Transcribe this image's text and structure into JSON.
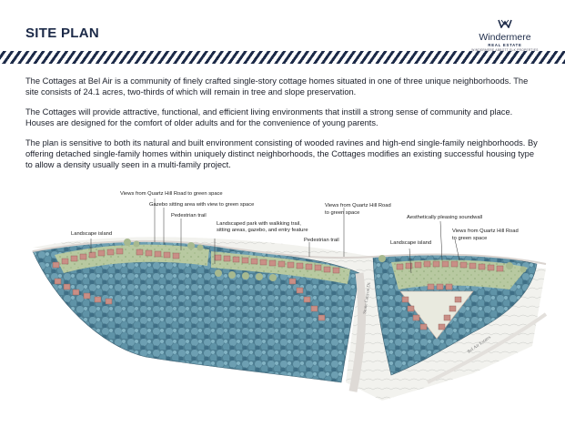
{
  "page": {
    "title": "SITE PLAN",
    "logo": {
      "name": "Windermere",
      "sub": "REAL ESTATE",
      "tagline": "WINDERMERE ABBOTT ELK PROPERTIES"
    }
  },
  "intro": {
    "paragraphs": [
      "The Cottages at Bel Air is a community of finely crafted single-story cottage homes situated in one of three unique neighborhoods. The site consists of 24.1 acres, two-thirds of which will remain in tree and slope preservation.",
      "The Cottages will provide attractive, functional, and efficient living environments that instill a strong sense of community and place. Houses are designed for the comfort of older adults and for the convenience of young parents.",
      "The plan is sensitive to both its natural and built environment consisting of wooded ravines and high-end single-family neighborhoods. By offering detached single-family homes within uniquely distinct neighborhoods, the Cottages modifies an existing successful housing type to allow a density usually seen in a multi-family project."
    ]
  },
  "plan": {
    "callouts": {
      "views_quartz_1": "Views from Quartz Hill Road to green space",
      "gazebo": "Gazebo sitting area with view to green space",
      "ped_trail_1": "Pedestrian trail",
      "landscape_island_1": "Landscape island",
      "landscaped_park_1": "Landscaped park with walkking trail,",
      "landscaped_park_2": "sitting areas, gazebo, and entry feature",
      "ped_trail_2": "Pedestrian trail",
      "views_quartz_2a": "Views from Quartz Hill Road",
      "views_quartz_2b": "to green space",
      "soundwall": "Aesthetically pleasing soundwall",
      "landscape_island_2": "Landscape island",
      "views_quartz_3a": "Views from Quartz Hill Road",
      "views_quartz_3b": "to green space"
    },
    "map_labels": {
      "road_1": "Stone Canyon Dr.",
      "road_2": "Bel Air Estates"
    }
  }
}
